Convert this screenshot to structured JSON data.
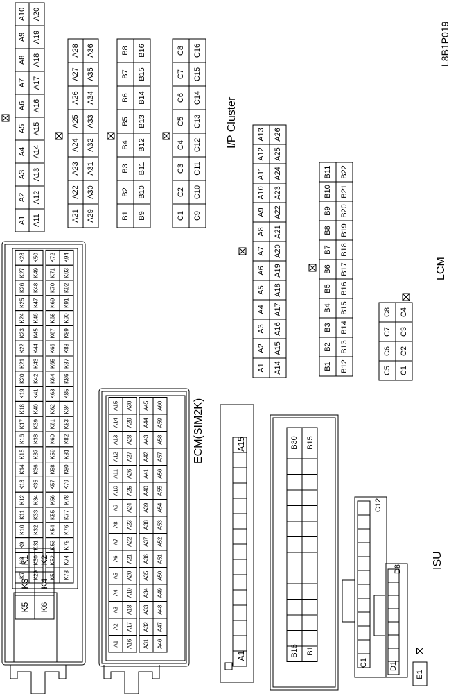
{
  "figure_code": "L8B1P019",
  "labels": {
    "ip_cluster": "I/P Cluster",
    "lcm": "LCM",
    "ecm": "ECM(SIM2K)",
    "isu": "ISU"
  },
  "ip_cluster": {
    "A_row1": [
      "A10",
      "A9",
      "A8",
      "A7",
      "A6",
      "A5",
      "A4",
      "A3",
      "A2",
      "A1"
    ],
    "A_row2": [
      "A20",
      "A19",
      "A18",
      "A17",
      "A16",
      "A15",
      "A14",
      "A13",
      "A12",
      "A11"
    ],
    "A2_row1": [
      "A28",
      "A27",
      "A26",
      "A25",
      "A24",
      "A23",
      "A22",
      "A21"
    ],
    "A2_row2": [
      "A36",
      "A35",
      "A34",
      "A33",
      "A32",
      "A31",
      "A30",
      "A29"
    ],
    "B_row1": [
      "B8",
      "B7",
      "B6",
      "B5",
      "B4",
      "B3",
      "B2",
      "B1"
    ],
    "B_row2": [
      "B16",
      "B15",
      "B14",
      "B13",
      "B12",
      "B11",
      "B10",
      "B9"
    ],
    "C_row1": [
      "C8",
      "C7",
      "C6",
      "C5",
      "C4",
      "C3",
      "C2",
      "C1"
    ],
    "C_row2": [
      "C16",
      "C15",
      "C14",
      "C13",
      "C12",
      "C11",
      "C10",
      "C9"
    ]
  },
  "lcm": {
    "A_row1": [
      "A13",
      "A12",
      "A11",
      "A10",
      "A9",
      "A8",
      "A7",
      "A6",
      "A5",
      "A4",
      "A3",
      "A2",
      "A1"
    ],
    "A_row2": [
      "A26",
      "A25",
      "A24",
      "A23",
      "A22",
      "A21",
      "A20",
      "A19",
      "A18",
      "A17",
      "A16",
      "A15",
      "A14"
    ],
    "B_row1": [
      "B11",
      "B10",
      "B9",
      "B8",
      "B7",
      "B6",
      "B5",
      "B4",
      "B3",
      "B2",
      "B1"
    ],
    "B_row2": [
      "B22",
      "B21",
      "B20",
      "B19",
      "B18",
      "B17",
      "B16",
      "B15",
      "B14",
      "B13",
      "B12"
    ],
    "C_row1": [
      "C8",
      "C7",
      "C6",
      "C5"
    ],
    "C_row2": [
      "C4",
      "C3",
      "C2",
      "C1"
    ]
  },
  "ecm": {
    "K_big": [
      [
        "K1",
        "K3",
        "K5"
      ],
      [
        "K2",
        "K4",
        "K6"
      ]
    ],
    "K_row1": [
      "K7",
      "K8",
      "K9",
      "K10",
      "K11",
      "K12",
      "K13",
      "K14",
      "K15",
      "K16",
      "K17",
      "K18",
      "K19",
      "K20",
      "K21",
      "K22",
      "K23",
      "K24",
      "K25",
      "K26",
      "K27",
      "K28"
    ],
    "K_row2": [
      "K29",
      "K30",
      "K31",
      "K32",
      "K33",
      "K34",
      "K35",
      "K36",
      "K37",
      "K38",
      "K39",
      "K40",
      "K41",
      "K42",
      "K43",
      "K44",
      "K45",
      "K46",
      "K47",
      "K48",
      "K49",
      "K50"
    ],
    "K_row3": [
      "K51",
      "K52",
      "K53",
      "K54",
      "K55",
      "K56",
      "K57",
      "K58",
      "K59",
      "K60",
      "K61",
      "K62",
      "K63",
      "K64",
      "K65",
      "K66",
      "K67",
      "K68",
      "K69",
      "K70",
      "K71",
      "K72"
    ],
    "K_row4": [
      "K73",
      "K74",
      "K75",
      "K76",
      "K77",
      "K78",
      "K79",
      "K80",
      "K81",
      "K82",
      "K83",
      "K84",
      "K85",
      "K86",
      "K87",
      "K88",
      "K89",
      "K90",
      "K91",
      "K92",
      "K93",
      "K94"
    ],
    "A_row1": [
      "A1",
      "A2",
      "A3",
      "A4",
      "A5",
      "A6",
      "A7",
      "A8",
      "A9",
      "A10",
      "A11",
      "A12",
      "A13",
      "A14",
      "A15"
    ],
    "A_row2": [
      "A16",
      "A17",
      "A18",
      "A19",
      "A20",
      "A21",
      "A22",
      "A23",
      "A24",
      "A25",
      "A26",
      "A27",
      "A28",
      "A29",
      "A30"
    ],
    "A_row3": [
      "A31",
      "A32",
      "A33",
      "A34",
      "A35",
      "A36",
      "A37",
      "A38",
      "A39",
      "A40",
      "A41",
      "A42",
      "A43",
      "A44",
      "A45"
    ],
    "A_row4": [
      "A46",
      "A47",
      "A48",
      "A49",
      "A50",
      "A51",
      "A52",
      "A53",
      "A54",
      "A55",
      "A56",
      "A57",
      "A58",
      "A59",
      "A60"
    ]
  },
  "isu": {
    "A": [
      "A1",
      "A15"
    ],
    "B": [
      "B16",
      "B1",
      "B30",
      "B15"
    ],
    "C": [
      "C1",
      "C12"
    ],
    "D": [
      "D1",
      "D8"
    ],
    "E": [
      "E1"
    ]
  }
}
